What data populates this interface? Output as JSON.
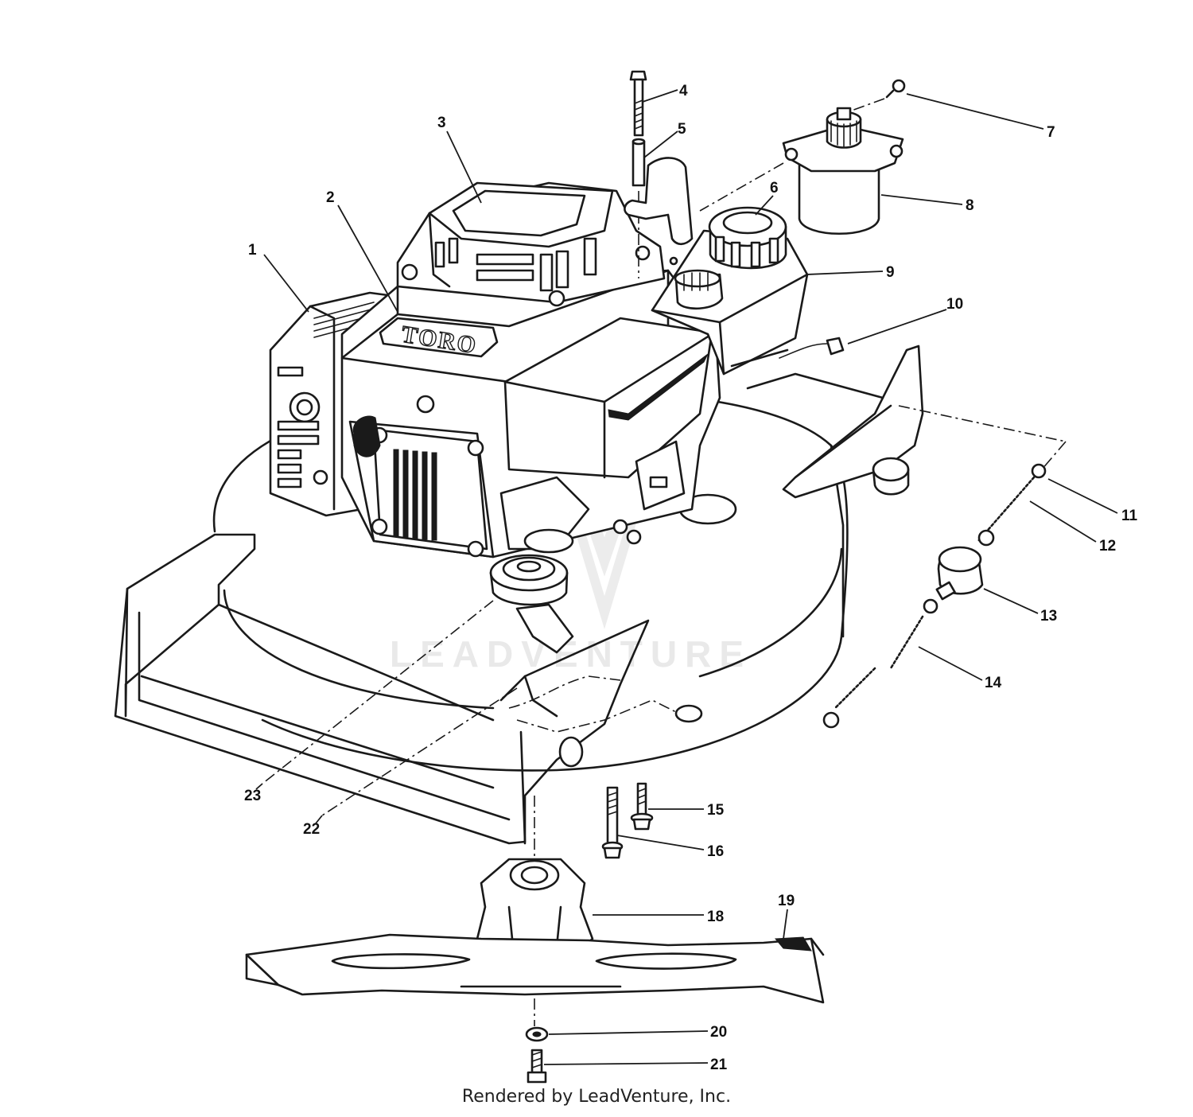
{
  "brand_logo": "TORO",
  "watermark": "LEADVENTURE",
  "credit": "Rendered by LeadVenture, Inc.",
  "callouts": [
    {
      "id": 1,
      "label": "1"
    },
    {
      "id": 2,
      "label": "2"
    },
    {
      "id": 3,
      "label": "3"
    },
    {
      "id": 4,
      "label": "4"
    },
    {
      "id": 5,
      "label": "5"
    },
    {
      "id": 6,
      "label": "6"
    },
    {
      "id": 7,
      "label": "7"
    },
    {
      "id": 8,
      "label": "8"
    },
    {
      "id": 9,
      "label": "9"
    },
    {
      "id": 10,
      "label": "10"
    },
    {
      "id": 11,
      "label": "11"
    },
    {
      "id": 12,
      "label": "12"
    },
    {
      "id": 13,
      "label": "13"
    },
    {
      "id": 14,
      "label": "14"
    },
    {
      "id": 15,
      "label": "15"
    },
    {
      "id": 16,
      "label": "16"
    },
    {
      "id": 18,
      "label": "18"
    },
    {
      "id": 19,
      "label": "19"
    },
    {
      "id": 20,
      "label": "20"
    },
    {
      "id": 21,
      "label": "21"
    },
    {
      "id": 22,
      "label": "22"
    },
    {
      "id": 23,
      "label": "23"
    }
  ]
}
